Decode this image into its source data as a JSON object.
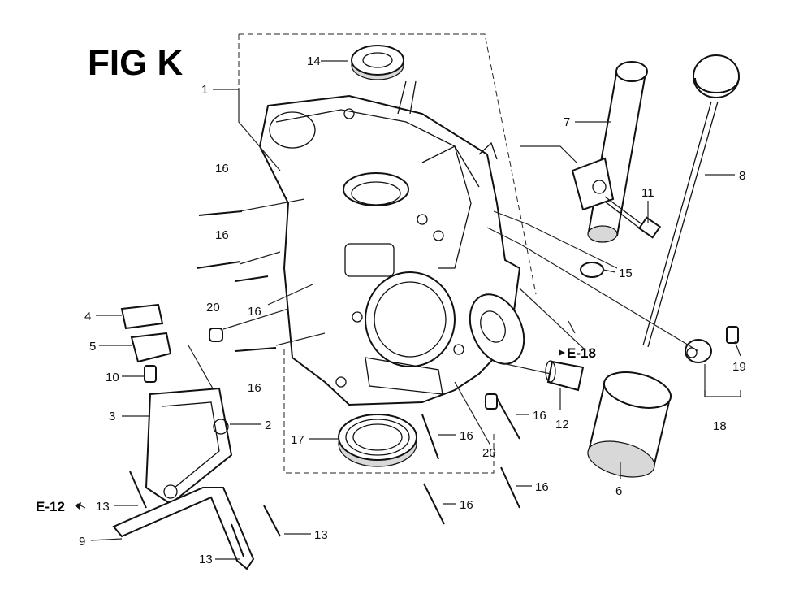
{
  "figure": {
    "title": "FIG K"
  },
  "callouts": {
    "p1": "1",
    "p2": "2",
    "p3": "3",
    "p4": "4",
    "p5": "5",
    "p6": "6",
    "p7": "7",
    "p8": "8",
    "p9": "9",
    "p10": "10",
    "p11": "11",
    "p12": "12",
    "p13a": "13",
    "p13b": "13",
    "p13c": "13",
    "p14": "14",
    "p15": "15",
    "p16a": "16",
    "p16b": "16",
    "p16c": "16",
    "p16d": "16",
    "p16e": "16",
    "p16f": "16",
    "p16g": "16",
    "p16h": "16",
    "p17": "17",
    "p18": "18",
    "p19": "19",
    "p20a": "20",
    "p20b": "20"
  },
  "references": {
    "e18": "E-18",
    "e12": "E-12"
  }
}
